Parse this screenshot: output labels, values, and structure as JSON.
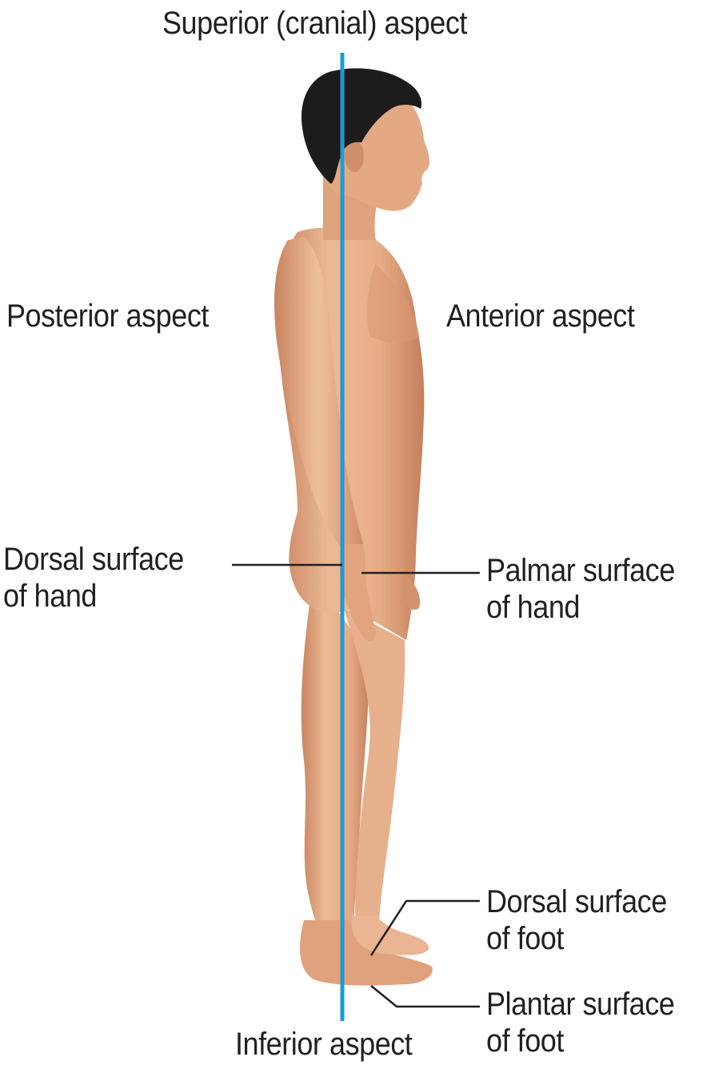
{
  "labels": {
    "superior": "Superior (cranial) aspect",
    "posterior": "Posterior aspect",
    "anterior": "Anterior aspect",
    "dorsal_hand_line1": "Dorsal surface",
    "dorsal_hand_line2": "of hand",
    "palmar_hand_line1": "Palmar surface",
    "palmar_hand_line2": "of hand",
    "dorsal_foot_line1": "Dorsal surface",
    "dorsal_foot_line2": "of foot",
    "plantar_foot_line1": "Plantar surface",
    "plantar_foot_line2": "of foot",
    "inferior": "Inferior aspect"
  },
  "colors": {
    "axis_line": "#1e9ad6",
    "leader_line": "#231f20",
    "skin": "#e2a882",
    "hair": "#1c1c1c"
  }
}
